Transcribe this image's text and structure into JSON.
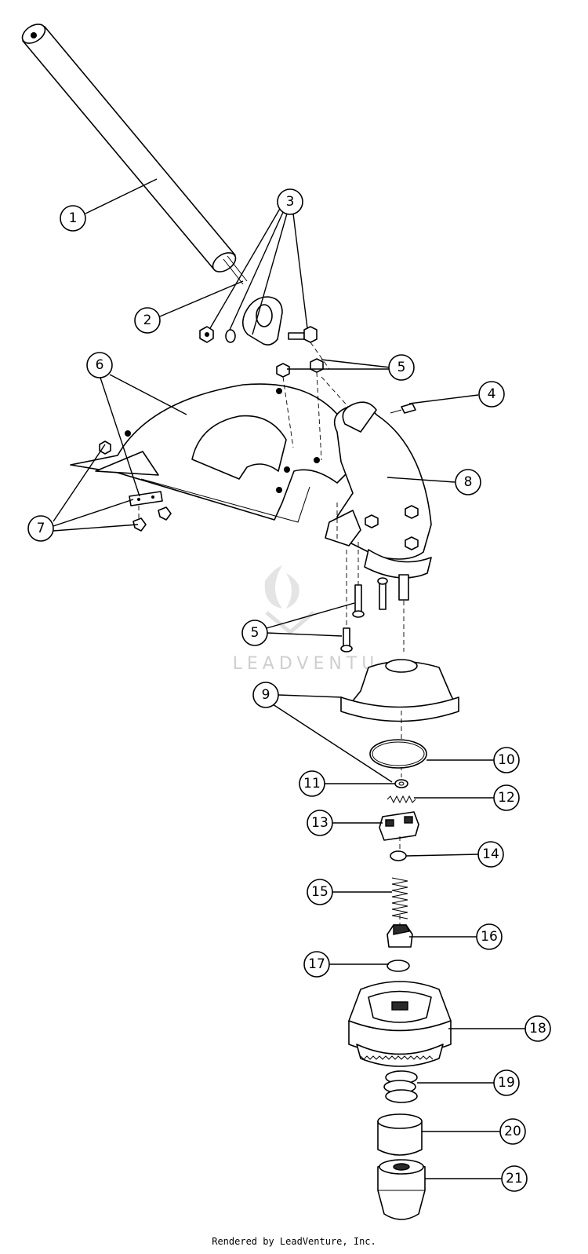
{
  "callouts": [
    "1",
    "2",
    "3",
    "4",
    "5",
    "6",
    "7",
    "8",
    "9",
    "10",
    "11",
    "12",
    "13",
    "14",
    "15",
    "16",
    "17",
    "18",
    "19",
    "20",
    "21"
  ],
  "watermark": "LEADVENTU",
  "footer": "Rendered by LeadVenture, Inc."
}
